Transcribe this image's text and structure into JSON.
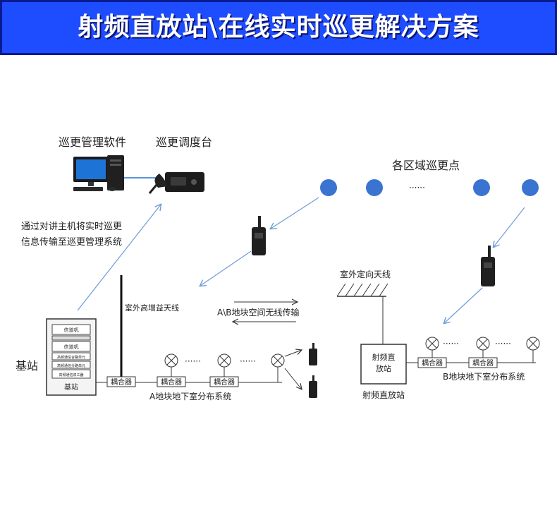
{
  "banner": {
    "title": "射频直放站\\在线实时巡更解决方案"
  },
  "labels": {
    "patrol_software": "巡更管理软件",
    "patrol_console": "巡更调度台",
    "patrol_points": "各区域巡更点",
    "dots": "······",
    "note_line1": "通过对讲主机将实时巡更",
    "note_line2": "信息传输至巡更管理系统",
    "outdoor_antenna": "室外高增益天线",
    "directional_antenna": "室外定向天线",
    "wireless_link": "A\\B地块空间无线传输",
    "base_station": "基站",
    "rack_module_1": "信道机",
    "rack_module_2": "信道机",
    "rack_module_3": "高频通信合路单元",
    "rack_module_4": "高频通信分路单元",
    "rack_module_5": "高频通信双工器",
    "rack_bottom": "基站",
    "coupler": "耦合器",
    "system_a": "A地块地下室分布系统",
    "repeater_box_line1": "射频直",
    "repeater_box_line2": "放站",
    "repeater_caption": "射频直放站",
    "system_b": "B地块地下室分布系统"
  },
  "colors": {
    "banner_bg": "#1e4dff",
    "banner_border": "#0a1a8f",
    "patrol_point": "#3a74d0",
    "signal_arrow": "#6f9bd8",
    "line": "#333333"
  },
  "icons": [
    "desktop-computer-icon",
    "dispatch-console-icon",
    "handheld-radio-icon",
    "antenna-icon",
    "directional-antenna-icon",
    "indoor-antenna-icon",
    "server-rack-icon"
  ]
}
